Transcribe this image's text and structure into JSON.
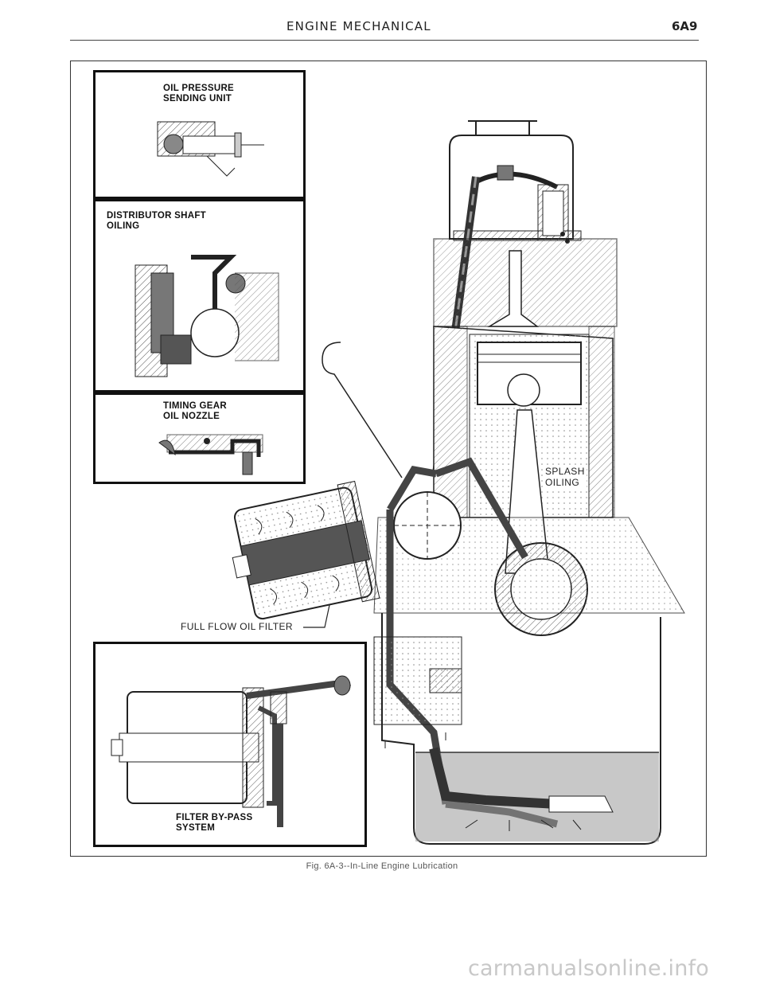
{
  "header": {
    "title": "ENGINE MECHANICAL",
    "page_number": "6A9"
  },
  "insets": {
    "oil_pressure": "OIL PRESSURE\nSENDING UNIT",
    "distributor": "DISTRIBUTOR SHAFT\nOILING",
    "timing_gear": "TIMING GEAR\nOIL NOZZLE",
    "filter_bypass": "FILTER BY-PASS\nSYSTEM"
  },
  "callouts": {
    "splash_oiling": "SPLASH\nOILING",
    "full_flow_filter": "FULL FLOW OIL FILTER"
  },
  "caption": "Fig. 6A-3--In-Line Engine Lubrication",
  "watermark": "carmanualsonline.info"
}
